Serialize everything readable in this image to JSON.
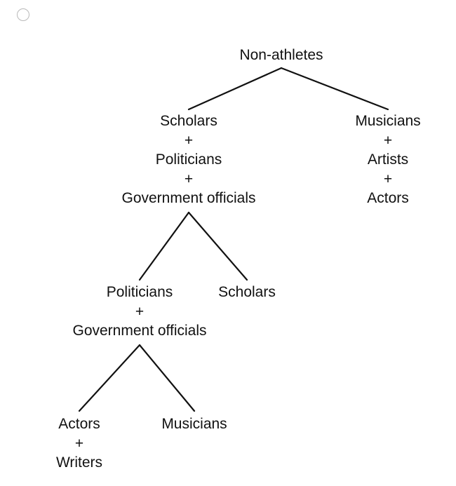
{
  "tree": {
    "root": {
      "label": "Non-athletes"
    },
    "level1": {
      "left": {
        "line1": "Scholars",
        "plus1": "+",
        "line2": "Politicians",
        "plus2": "+",
        "line3": "Government officials"
      },
      "right": {
        "line1": "Musicians",
        "plus1": "+",
        "line2": "Artists",
        "plus2": "+",
        "line3": "Actors"
      }
    },
    "level2": {
      "left": {
        "line1": "Politicians",
        "plus1": "+",
        "line2": "Government officials"
      },
      "right": {
        "label": "Scholars"
      }
    },
    "level3": {
      "left": {
        "line1": "Actors",
        "plus1": "+",
        "line2": "Writers"
      },
      "right": {
        "label": "Musicians"
      }
    }
  }
}
